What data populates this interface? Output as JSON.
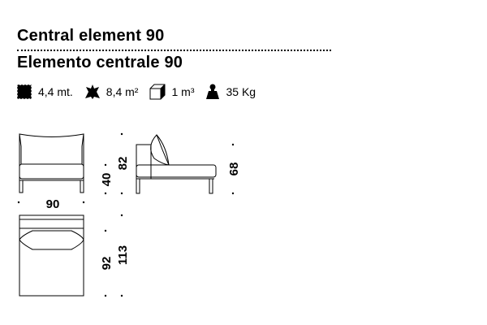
{
  "title_en": "Central element 90",
  "title_it": "Elemento centrale 90",
  "specs": [
    {
      "icon": "fabric-icon",
      "value": "4,4 mt."
    },
    {
      "icon": "leather-icon",
      "value": "8,4 m²"
    },
    {
      "icon": "volume-cube-icon",
      "value": "1 m³"
    },
    {
      "icon": "weight-icon",
      "value": "35 Kg"
    }
  ],
  "dimensions": {
    "width": "90",
    "seat_height": "40",
    "total_height": "82",
    "depth_front": "68",
    "seat_depth": "92",
    "total_depth": "113"
  }
}
